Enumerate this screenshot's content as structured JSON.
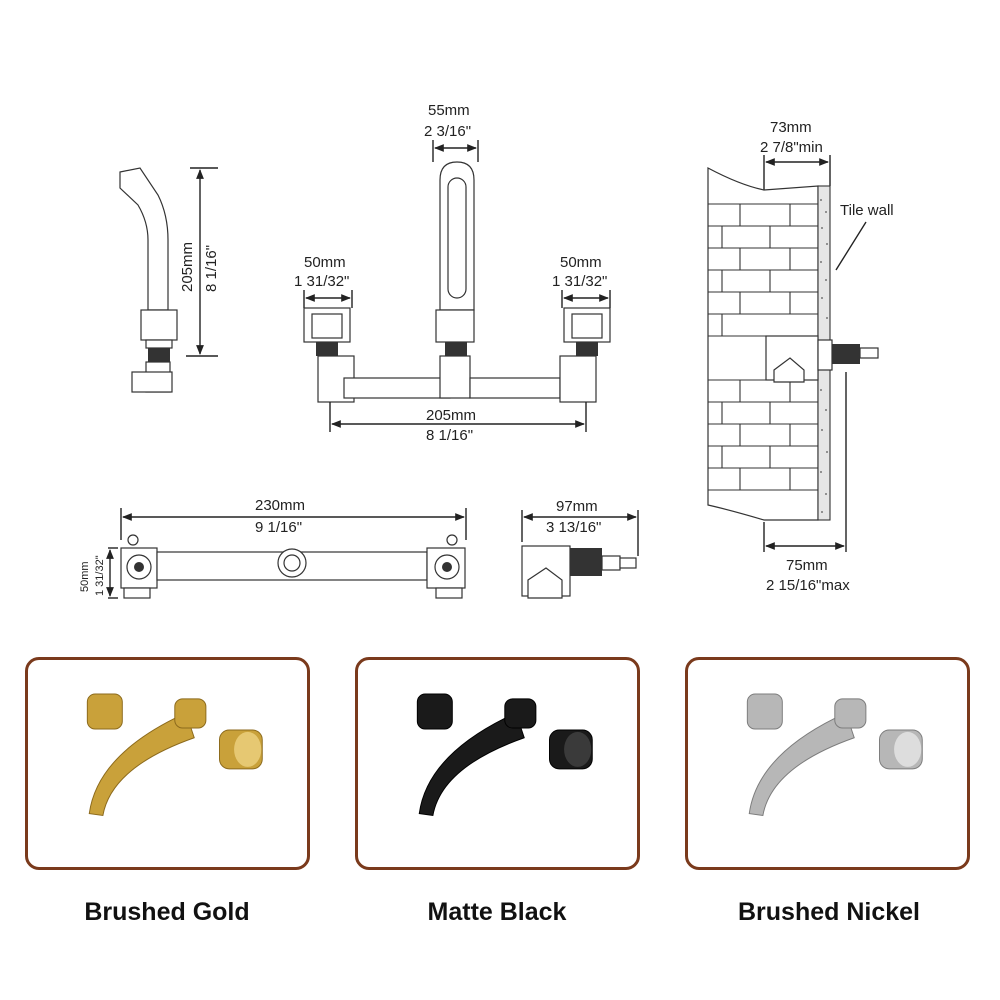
{
  "dimensions": {
    "side_height_mm": "205mm",
    "side_height_in": "8 1/16\"",
    "spout_width_mm": "55mm",
    "spout_width_in": "2 3/16\"",
    "left_handle_mm": "50mm",
    "left_handle_in": "1 31/32\"",
    "right_handle_mm": "50mm",
    "right_handle_in": "1 31/32\"",
    "spread_mm": "205mm",
    "spread_in": "8 1/16\"",
    "valve_length_mm": "230mm",
    "valve_length_in": "9 1/16\"",
    "valve_height_mm": "50mm",
    "valve_height_in": "1 31/32\"",
    "valve_depth_mm": "97mm",
    "valve_depth_in": "3 13/16\"",
    "wall_min_mm": "73mm",
    "wall_min_in": "2 7/8\"min",
    "wall_max_mm": "75mm",
    "wall_max_in": "2 15/16\"max",
    "tile_wall": "Tile wall"
  },
  "finishes": [
    {
      "label": "Brushed Gold",
      "color": "#c9a13a",
      "dark": "#8c6a1c",
      "light": "#f2d98a"
    },
    {
      "label": "Matte Black",
      "color": "#1a1a1a",
      "dark": "#000000",
      "light": "#5a5a5a"
    },
    {
      "label": "Brushed Nickel",
      "color": "#b7b7b7",
      "dark": "#7c7c7c",
      "light": "#ececec"
    }
  ],
  "colors": {
    "card_border": "#7a3a1c"
  }
}
